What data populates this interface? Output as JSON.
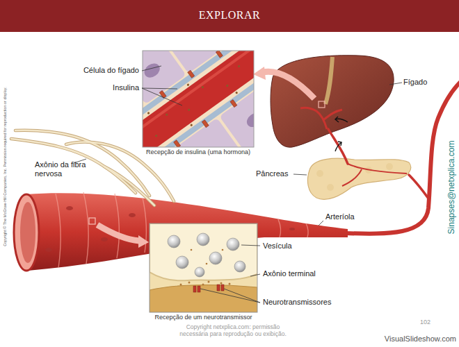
{
  "diagram": {
    "title": "EXPLORAR",
    "nodes": [
      {
        "text": [
          "Recepção de insulina (uma hormona)"
        ]
      },
      {
        "text": [
          "Recepção de um neurotransmissor"
        ]
      }
    ],
    "labels": [
      "Célula do fígado",
      "Insulina",
      "Fígado",
      "Axônio da fibra nervosa",
      "Pâncreas",
      "Arteríola",
      "Vesícula",
      "Axônio terminal",
      "Neurotransmissores",
      "Copyright netxplica.com: permissão necessária para reprodução ou exibição.",
      "102",
      "VisualSlideshow.com",
      "Sinapses@netxplica.com",
      "Copyright © The McGraw-Hill Companies, Inc. Permission required for reproduction or display."
    ]
  }
}
